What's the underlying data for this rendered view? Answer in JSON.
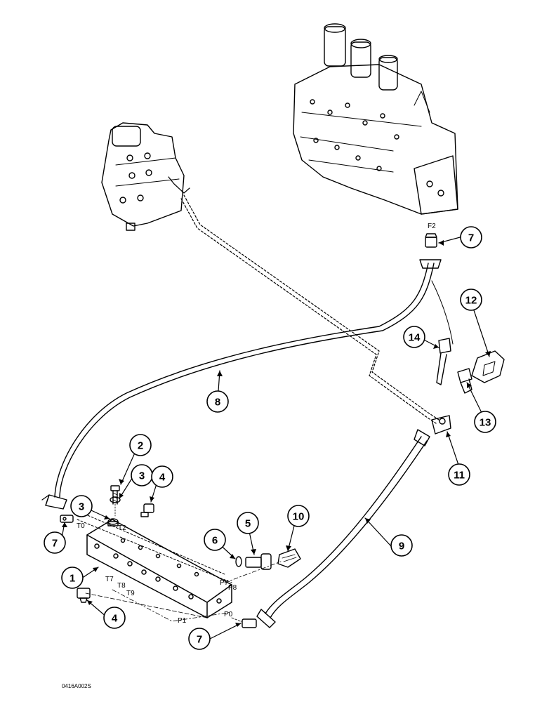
{
  "callouts": {
    "c1": "1",
    "c2": "2",
    "c3a": "3",
    "c3b": "3",
    "c4a": "4",
    "c4b": "4",
    "c5": "5",
    "c6": "6",
    "c7a": "7",
    "c7b": "7",
    "c7c": "7",
    "c8": "8",
    "c9": "9",
    "c10": "10",
    "c11": "11",
    "c12": "12",
    "c13": "13",
    "c14": "14"
  },
  "ports": {
    "f2": "F2",
    "t0": "T0",
    "t2": "T2",
    "t7": "T7",
    "t8": "T8",
    "t9": "T9",
    "p1": "P1",
    "p0": "P0",
    "p7": "P7",
    "p8": "P8"
  },
  "drawing_code": "0416A002S"
}
